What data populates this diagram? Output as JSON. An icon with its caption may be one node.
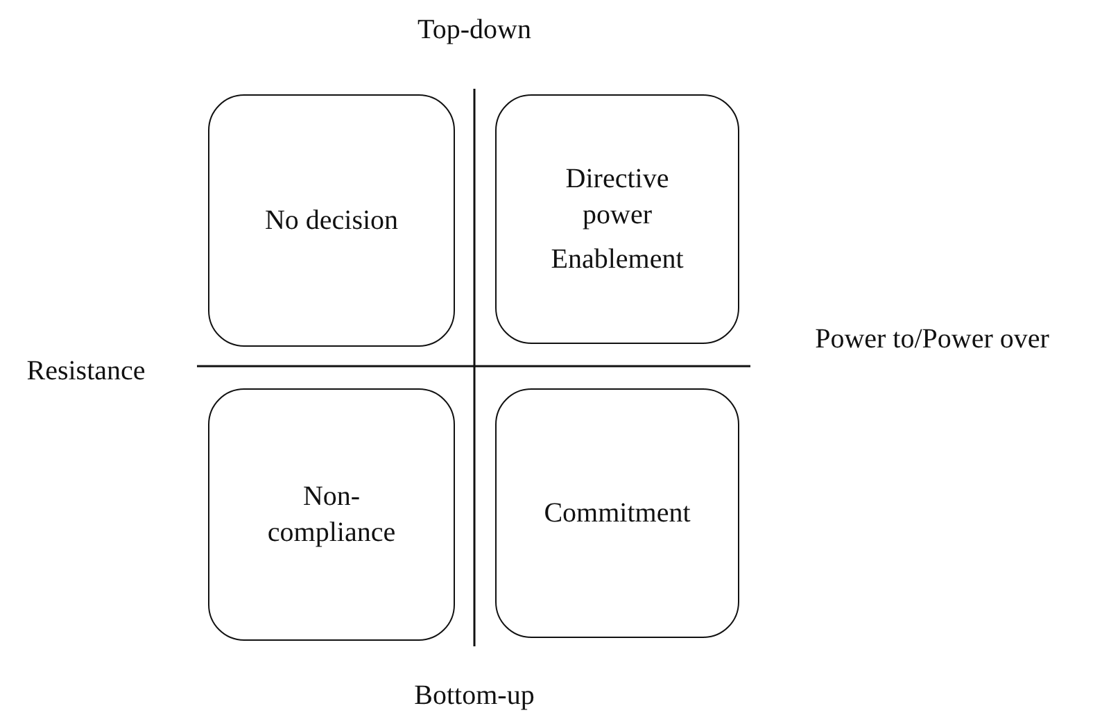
{
  "diagram": {
    "nodes": [
      {
        "text": [
          "No decision"
        ]
      },
      {
        "text": [
          "Directive power",
          "Enablement"
        ]
      },
      {
        "text": [
          "Non-compliance"
        ]
      },
      {
        "text": [
          "Commitment"
        ]
      }
    ],
    "labels": [
      "Top-down",
      "Resistance",
      "Power to/Power over",
      "Bottom-up"
    ]
  }
}
